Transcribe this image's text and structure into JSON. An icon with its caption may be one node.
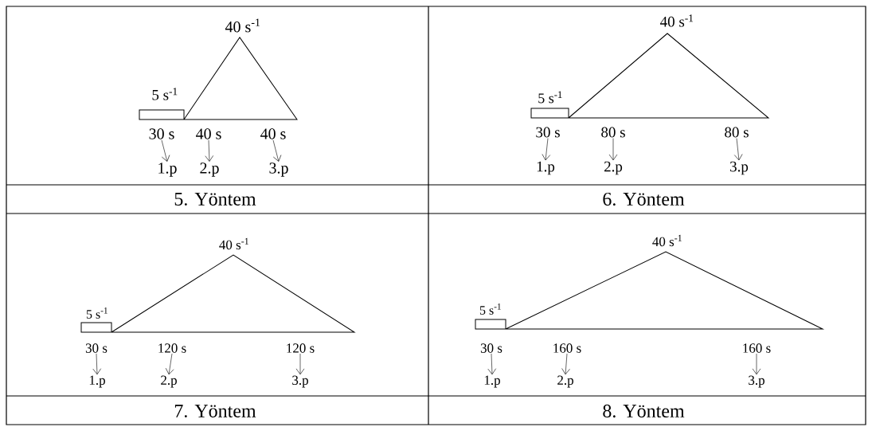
{
  "diagram": {
    "nodes": [
      {
        "text": [
          "30 s"
        ]
      },
      {
        "text": [
          "40 s"
        ]
      },
      {
        "text": [
          "40 s"
        ]
      },
      {
        "text": [
          "1.p"
        ]
      },
      {
        "text": [
          "2.p"
        ]
      },
      {
        "text": [
          "3.p"
        ]
      },
      {
        "text": [
          "30 s"
        ]
      },
      {
        "text": [
          "80 s"
        ]
      },
      {
        "text": [
          "80 s"
        ]
      },
      {
        "text": [
          "1.p"
        ]
      },
      {
        "text": [
          "2.p"
        ]
      },
      {
        "text": [
          "3.p"
        ]
      },
      {
        "text": [
          "30 s"
        ]
      },
      {
        "text": [
          "120 s"
        ]
      },
      {
        "text": [
          "120 s"
        ]
      },
      {
        "text": [
          "1.p"
        ]
      },
      {
        "text": [
          "2.p"
        ]
      },
      {
        "text": [
          "3.p"
        ]
      },
      {
        "text": [
          "30 s"
        ]
      },
      {
        "text": [
          "160 s"
        ]
      },
      {
        "text": [
          "160 s"
        ]
      },
      {
        "text": [
          "1.p"
        ]
      },
      {
        "text": [
          "2.p"
        ]
      },
      {
        "text": [
          "3.p"
        ]
      }
    ],
    "edges": [
      {
        "from": 0,
        "to": 3,
        "arrow": "to"
      },
      {
        "from": 1,
        "to": 4,
        "arrow": "to"
      },
      {
        "from": 2,
        "to": 5,
        "arrow": "to"
      },
      {
        "from": 6,
        "to": 9,
        "arrow": "to"
      },
      {
        "from": 7,
        "to": 10,
        "arrow": "to"
      },
      {
        "from": 8,
        "to": 11,
        "arrow": "to"
      },
      {
        "from": 12,
        "to": 15,
        "arrow": "to"
      },
      {
        "from": 13,
        "to": 16,
        "arrow": "to"
      },
      {
        "from": 14,
        "to": 17,
        "arrow": "to"
      },
      {
        "from": 18,
        "to": 21,
        "arrow": "to"
      },
      {
        "from": 19,
        "to": 22,
        "arrow": "to"
      },
      {
        "from": 20,
        "to": 23,
        "arrow": "to"
      }
    ],
    "labels": [
      "40 s$^{-1}$",
      "5 s$^{-1}$",
      "5. Yöntem",
      "40 s$^{-1}$",
      "5 s$^{-1}$",
      "6. Yöntem",
      "40 s$^{-1}$",
      "5 s$^{-1}$",
      "7. Yöntem",
      "40 s$^{-1}$",
      "5 s$^{-1}$",
      "8. Yöntem"
    ]
  }
}
